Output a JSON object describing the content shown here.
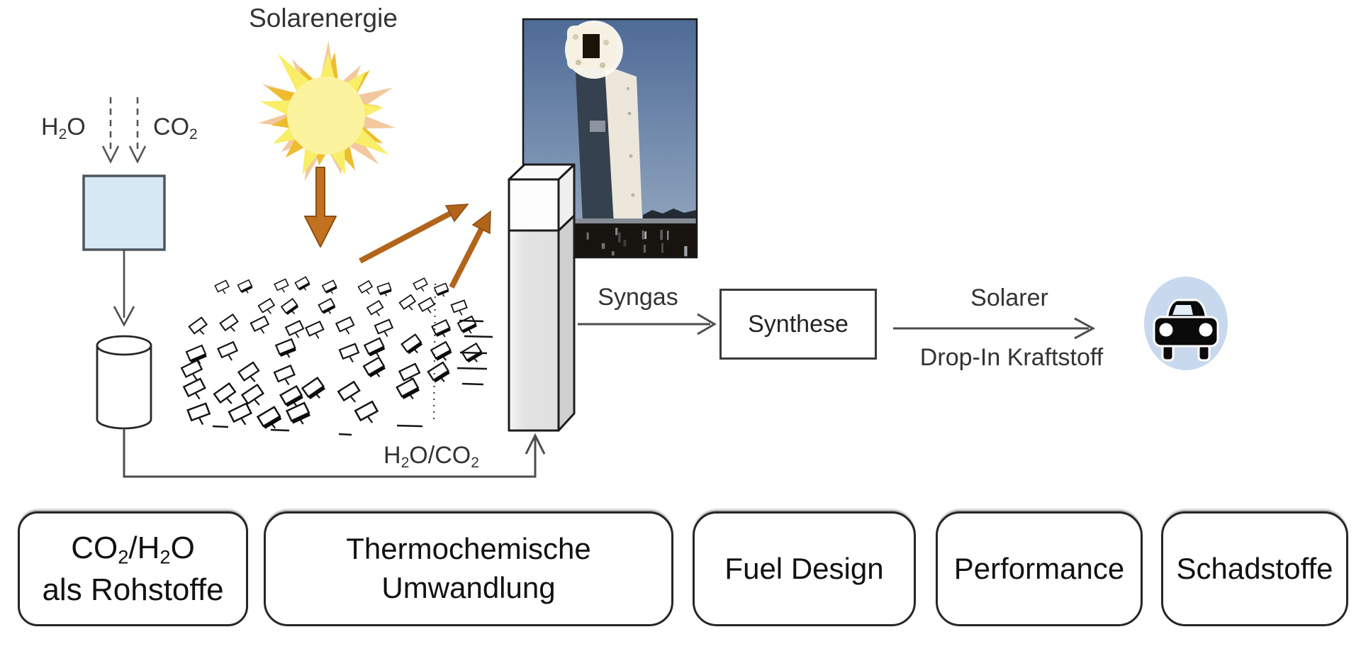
{
  "figure": {
    "flow_labels": {
      "h2o": "H₂O",
      "co2": "CO₂",
      "solarenergie": "Solarenergie",
      "recycle": "H₂O/CO₂",
      "syngas": "Syngas",
      "synthese": "Synthese",
      "fuel_line1": "Solarer",
      "fuel_line2": "Drop-In Kraftstoff"
    },
    "bottom_boxes": [
      {
        "lines": [
          "CO₂/H₂O",
          "als Rohstoffe"
        ]
      },
      {
        "lines": [
          "Thermochemische",
          "Umwandlung"
        ]
      },
      {
        "lines": [
          "Fuel Design"
        ]
      },
      {
        "lines": [
          "Performance"
        ]
      },
      {
        "lines": [
          "Schadstoffe"
        ]
      }
    ],
    "icons": {
      "sun": "sun-burst",
      "car": "car-front-in-blue-circle",
      "feedstock": "light-blue-square",
      "tank": "white-cylinder",
      "mirrors": "heliostat-field-sketch",
      "reactor": "3d-receiver-tower",
      "photo": "solar-tower-photograph"
    },
    "colors": {
      "orange_arrow": "#b2641b",
      "feedstock_blue": "#d8e9f6",
      "car_circle_blue": "#c8d9ee",
      "sun_yellow": "#fbf39d",
      "line_gray": "#4f4f4f"
    }
  }
}
